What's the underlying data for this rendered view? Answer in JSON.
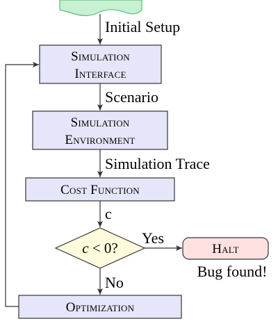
{
  "colors": {
    "process_fill": "#e6e6fa",
    "process_stroke": "#333333",
    "decision_fill": "#fffbdc",
    "halt_fill": "#ffe1e1",
    "start_fill": "#c8f0d2",
    "start_stroke": "#5bbf78",
    "line": "#333333"
  },
  "nodes": {
    "sim_interface": {
      "line1": "Simulation",
      "line2": "Interface"
    },
    "sim_environment": {
      "line1": "Simulation",
      "line2": "Environment"
    },
    "cost_function": {
      "label": "Cost Function"
    },
    "decision": {
      "c": "c",
      "rest": " < 0?"
    },
    "halt": {
      "label": "Halt"
    },
    "optimization": {
      "label": "Optimization"
    }
  },
  "edges": {
    "initial_setup": "Initial Setup",
    "scenario": "Scenario",
    "simulation_trace": "Simulation Trace",
    "c": "c",
    "yes": "Yes",
    "no": "No"
  },
  "annotations": {
    "bug_found": "Bug found!"
  }
}
